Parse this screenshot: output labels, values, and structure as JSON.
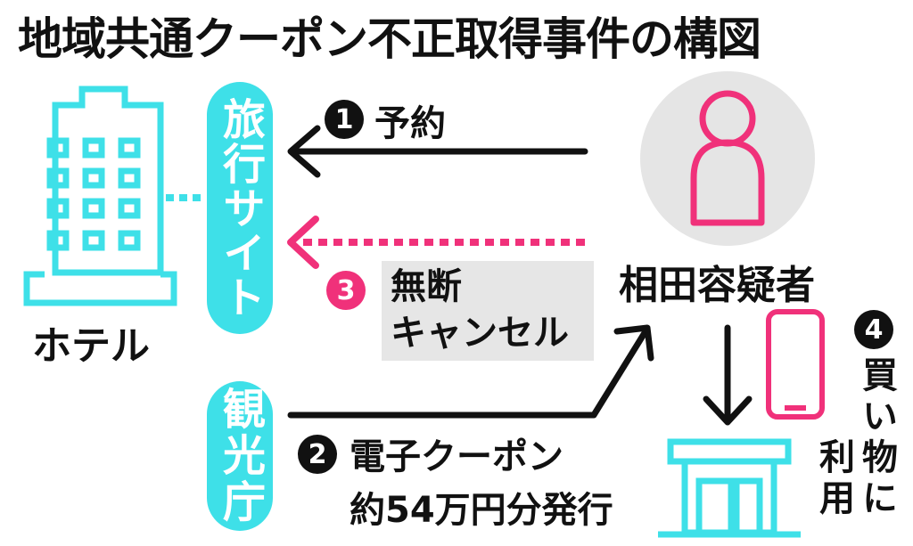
{
  "title": "地域共通クーポン不正取得事件の構図",
  "travel_site": "旅行サイト",
  "tourism_agency": "観光庁",
  "hotel": "ホテル",
  "suspect": "相田容疑者",
  "steps": [
    {
      "num": "1",
      "label": "予約",
      "badge_color": "#111111"
    },
    {
      "num": "2",
      "label_line1": "電子クーポン",
      "label_line2": "約54万円分発行",
      "badge_color": "#111111"
    },
    {
      "num": "3",
      "label_line1": "無断",
      "label_line2": "キャンセル",
      "badge_color": "#f0317a"
    },
    {
      "num": "4",
      "label_col1": "買い物に",
      "label_col2": "利用",
      "badge_color": "#111111"
    }
  ],
  "colors": {
    "cyan": "#3ee0e8",
    "pink": "#f0317a",
    "gray": "#e6e6e6",
    "person_bg": "#e5e5e5"
  },
  "icons": [
    "hotel-building-icon",
    "person-icon",
    "smartphone-icon",
    "shop-icon"
  ]
}
